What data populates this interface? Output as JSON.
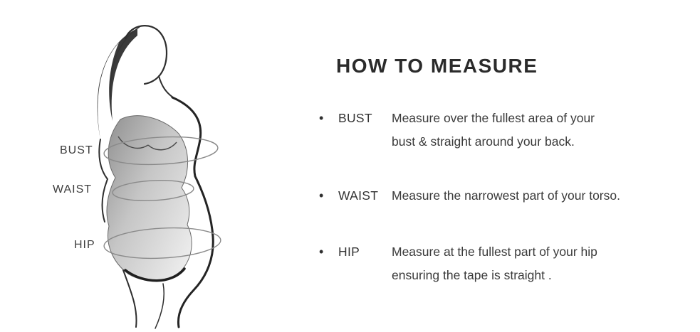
{
  "figure": {
    "labels": {
      "bust": "BUST",
      "waist": "WAIST",
      "hip": "HIP"
    }
  },
  "content": {
    "title": "HOW TO MEASURE",
    "bullet": "•",
    "items": [
      {
        "term": "BUST",
        "line1": "Measure over the fullest area of your",
        "line2": "bust & straight around your back."
      },
      {
        "term": "WAIST",
        "line1": "Measure the narrowest part of your torso.",
        "line2": ""
      },
      {
        "term": "HIP",
        "line1": "Measure at the fullest part of your hip",
        "line2": "ensuring the tape is straight ."
      }
    ]
  },
  "colors": {
    "heading": "#2b2b2b",
    "body_text": "#3a3a3a",
    "figure_line": "#2e2e2e",
    "dress_shade": "#c6c6c6"
  }
}
